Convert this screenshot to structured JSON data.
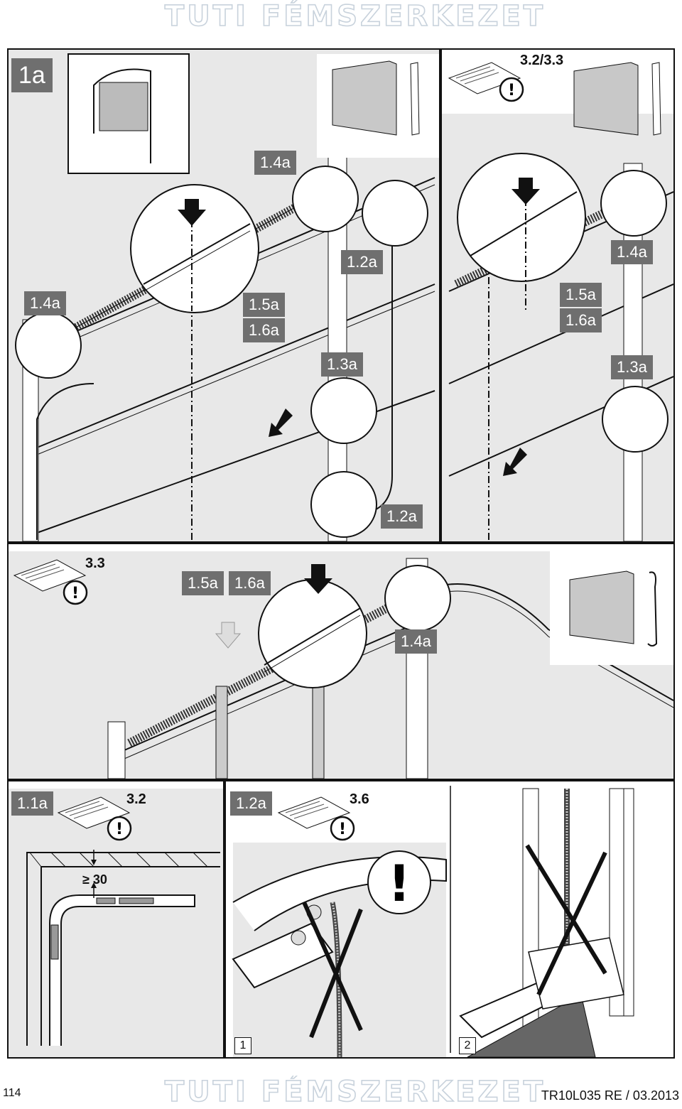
{
  "header": {
    "logo_text": "TUTI FÉMSZERKEZET"
  },
  "footer": {
    "page_number": "114",
    "doc_code": "TR10L035  RE / 03.2013",
    "logo_text": "TUTI FÉMSZERKEZET"
  },
  "panel_top_left": {
    "step_label": "1a",
    "callouts": [
      "1.4a",
      "1.4a",
      "1.2a",
      "1.5a",
      "1.6a",
      "1.3a",
      "1.2a"
    ]
  },
  "panel_top_right": {
    "manual_ref": "3.2/3.3",
    "callouts": [
      "1.4a",
      "1.5a",
      "1.6a",
      "1.3a"
    ]
  },
  "panel_middle": {
    "manual_ref": "3.3",
    "callouts": [
      "1.5a",
      "1.6a",
      "1.4a"
    ]
  },
  "panel_bottom_left": {
    "step_label": "1.1a",
    "manual_ref": "3.2",
    "dimension": "≥ 30"
  },
  "panel_bottom_right": {
    "step_label": "1.2a",
    "manual_ref": "3.6",
    "figure_numbers": [
      "1",
      "2"
    ]
  }
}
